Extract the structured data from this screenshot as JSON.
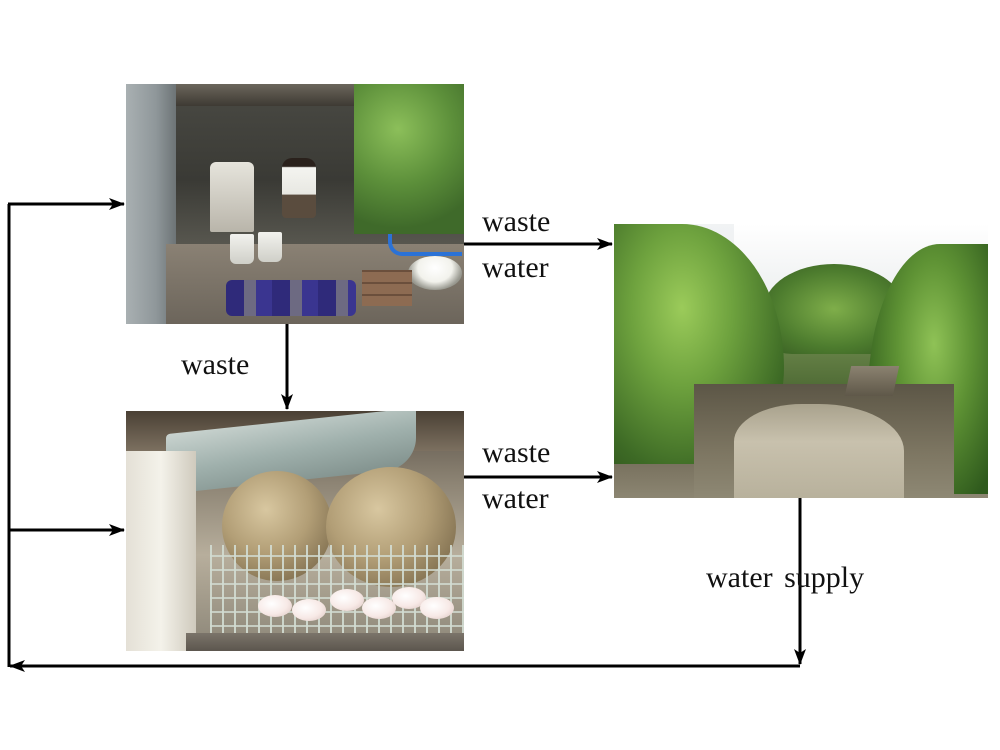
{
  "nodes": {
    "workshop": {
      "icon": "workshop-photo"
    },
    "pigpen": {
      "icon": "pigpen-photo"
    },
    "canal": {
      "icon": "canal-photo"
    }
  },
  "flows": {
    "workshop_to_canal": {
      "line1": "waste",
      "line2": "water"
    },
    "workshop_to_pigpen": {
      "label": "waste"
    },
    "pigpen_to_canal": {
      "line1": "waste",
      "line2": "water"
    },
    "canal_return": {
      "label": "water supply"
    }
  },
  "colors": {
    "arrow": "#000000",
    "text": "#111111",
    "background": "#ffffff"
  }
}
